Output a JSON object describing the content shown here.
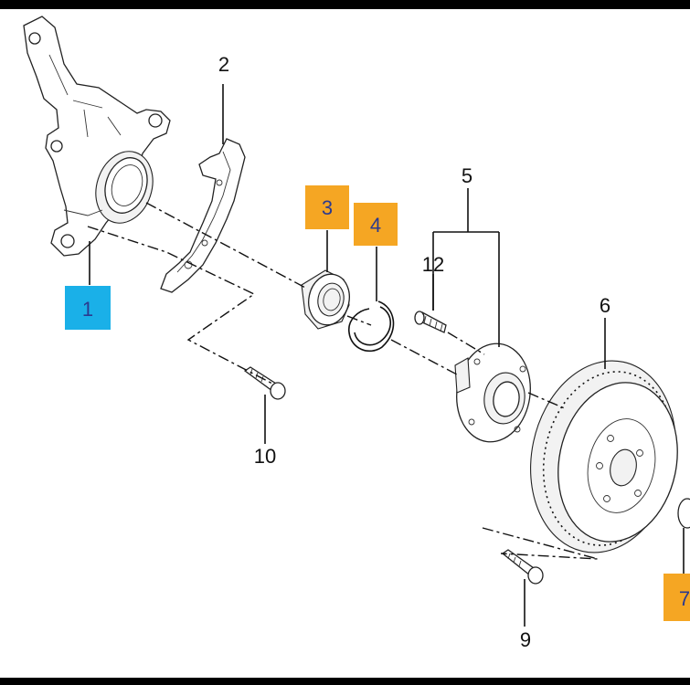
{
  "parts": {
    "p1": "1",
    "p2": "2",
    "p3": "3",
    "p4": "4",
    "p5": "5",
    "p6": "6",
    "p7": "7",
    "p9": "9",
    "p10": "10",
    "p12": "12"
  },
  "colors": {
    "highlight_blue": "#1ab0e8",
    "highlight_orange": "#f5a623",
    "label_text": "#111111",
    "highlight_text": "#2b3a8f"
  }
}
